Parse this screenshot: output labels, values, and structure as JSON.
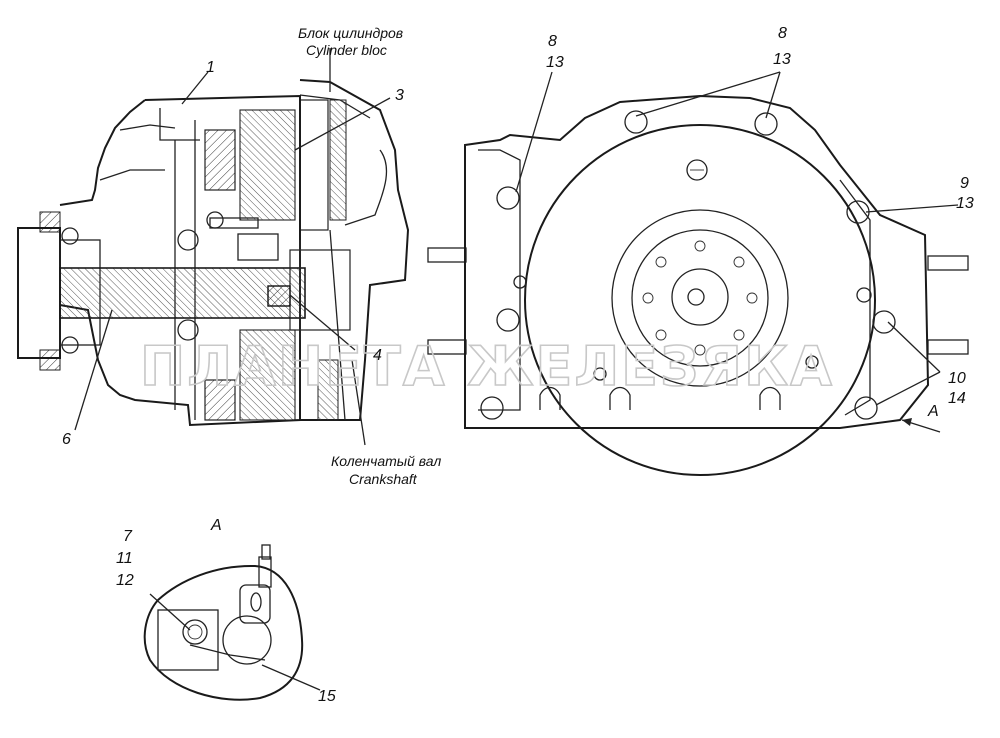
{
  "labels": {
    "block_ru": "Блок цилиндров",
    "block_en": "Cylinder bloc",
    "crank_ru": "Коленчатый вал",
    "crank_en": "Crankshaft",
    "view_a": "A",
    "view_a_arrow": "A"
  },
  "callouts": {
    "c1": "1",
    "c3": "3",
    "c4": "4",
    "c6": "6",
    "c8a": "8",
    "c13a": "13",
    "c8b": "8",
    "c13b": "13",
    "c9": "9",
    "c13c": "13",
    "c10": "10",
    "c14": "14",
    "c7": "7",
    "c11": "11",
    "c12": "12",
    "c15": "15"
  },
  "watermark": "ПЛАНЕТА ЖЕЛЕЗЯКА"
}
